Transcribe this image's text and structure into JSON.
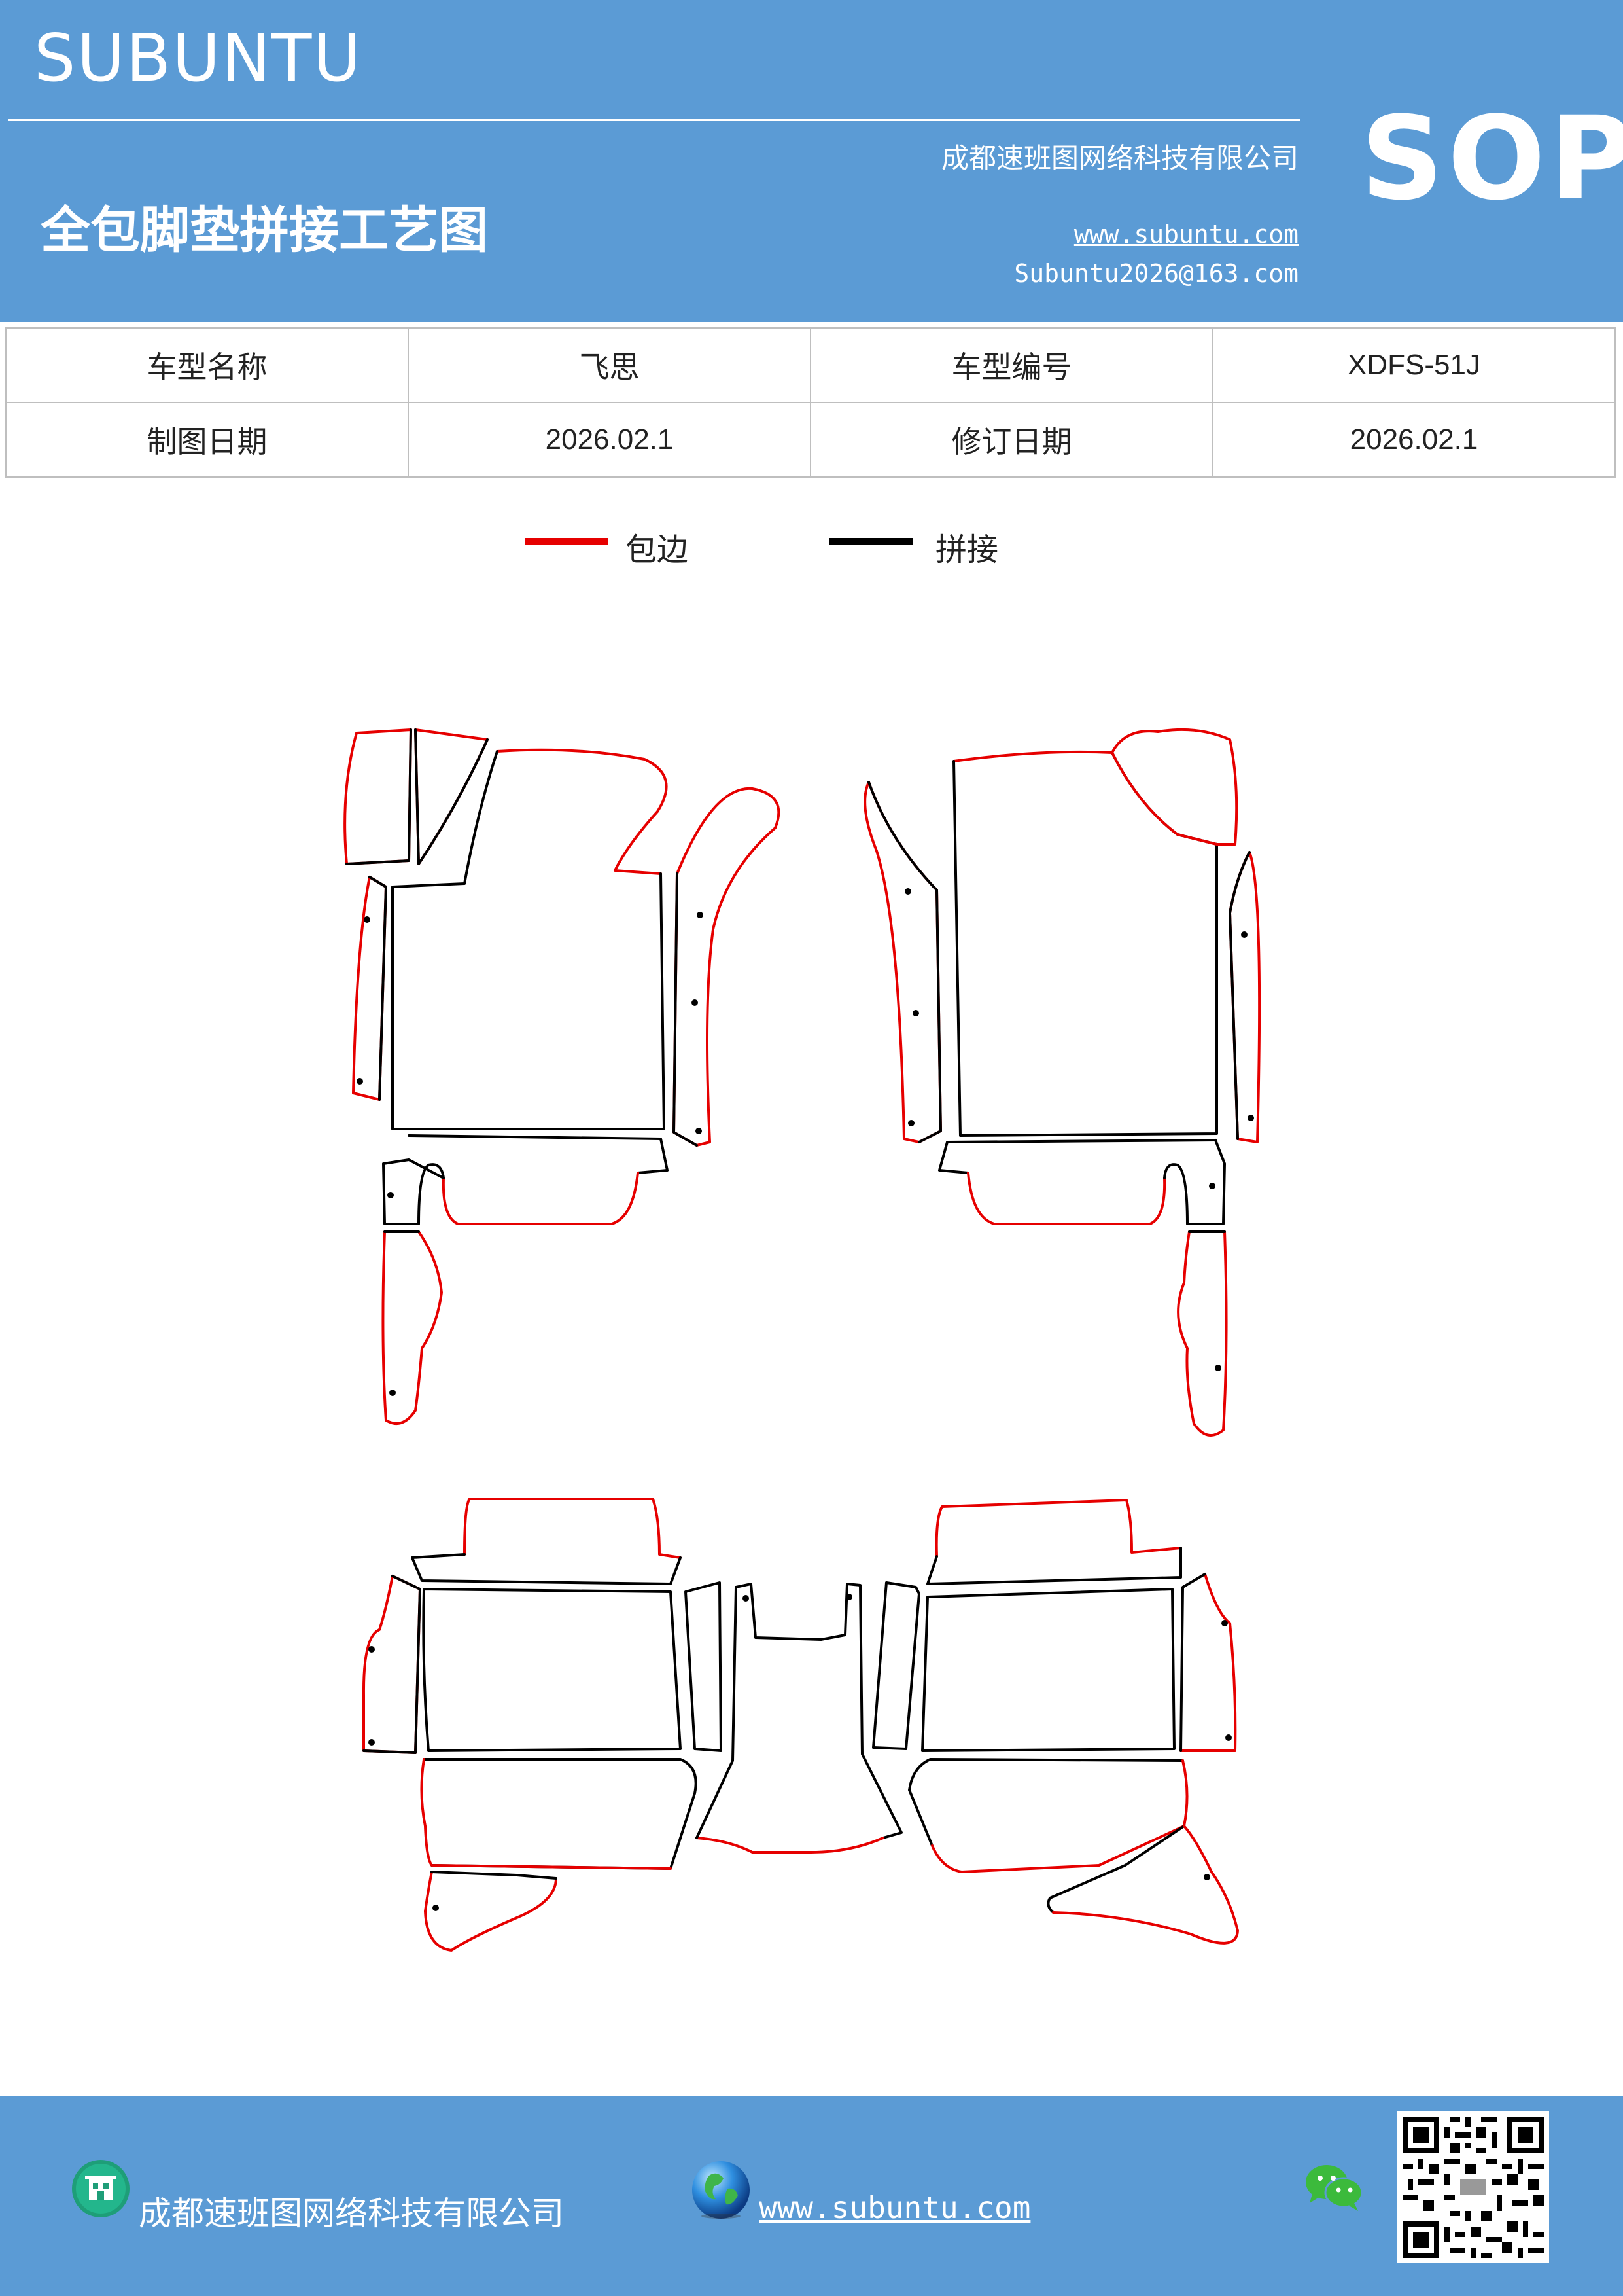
{
  "header": {
    "brand": "SUBUNTU",
    "company": "成都速班图网络科技有限公司",
    "title": "全包脚垫拼接工艺图",
    "url": "www.subuntu.com",
    "email": "Subuntu2026@163.com",
    "badge": "SOP"
  },
  "info_table": {
    "row1": {
      "label1": "车型名称",
      "value1": "飞思",
      "label2": "车型编号",
      "value2": "XDFS-51J"
    },
    "row2": {
      "label1": "制图日期",
      "value1": "2026.02.1",
      "label2": "修订日期",
      "value2": "2026.02.1"
    }
  },
  "legend": [
    {
      "label": "包边",
      "color": "#e60000"
    },
    {
      "label": "拼接",
      "color": "#000000"
    }
  ],
  "colors": {
    "brand_blue": "#5b9bd5",
    "edge_red": "#e60000",
    "seam_black": "#000000"
  },
  "footer": {
    "company": "成都速班图网络科技有限公司",
    "url": "www.subuntu.com",
    "icons": [
      "building-icon",
      "globe-icon",
      "wechat-icon",
      "qr-code"
    ]
  }
}
